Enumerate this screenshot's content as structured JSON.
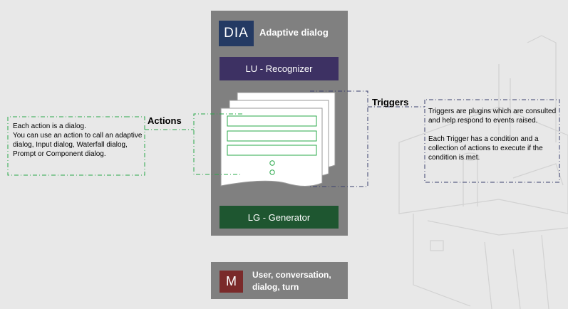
{
  "dialog": {
    "badge": "DIA",
    "title": "Adaptive dialog"
  },
  "recognizer": {
    "label": "LU - Recognizer",
    "color": "#3d3163"
  },
  "generator": {
    "label": "LG - Generator",
    "color": "#1e5630"
  },
  "memory": {
    "badge": "M",
    "label": "User, conversation, dialog, turn",
    "color": "#7a2a2a"
  },
  "actions": {
    "label": "Actions",
    "note": "Each action is a dialog.\nYou can use an action to call an adaptive dialog, Input dialog, Waterfall dialog, Prompt or Component dialog.",
    "connector_color": "#2aa84a"
  },
  "triggers": {
    "label": "Triggers",
    "note_1": "Triggers are plugins which are consulted and help respond to events raised.",
    "note_2": "Each Trigger has a condition and a collection of actions to execute if the condition is met.",
    "connector_color": "#3a3f6e"
  },
  "colors": {
    "panel": "#808080",
    "badge_dia": "#243a63",
    "background": "#e8e8e8"
  }
}
